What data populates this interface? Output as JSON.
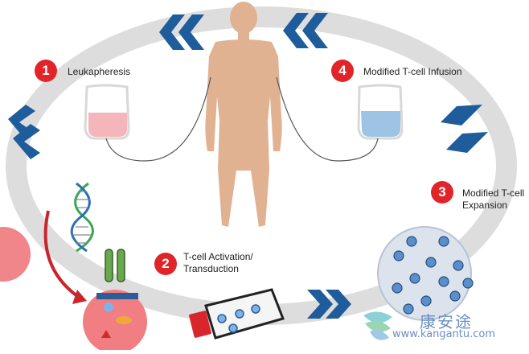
{
  "steps": [
    {
      "number": "1",
      "label": "Leukapheresis"
    },
    {
      "number": "2",
      "label_line1": "T-cell Activation/",
      "label_line2": "Transduction"
    },
    {
      "number": "3",
      "label_line1": "Modified T-cell",
      "label_line2": "Expansion"
    },
    {
      "number": "4",
      "label": "Modified T-cell Infusion"
    }
  ],
  "watermark": {
    "brand": "康安途",
    "url": "www.kangantu.com"
  },
  "colors": {
    "cycle_track": "#dcdcdc",
    "chevron": "#1f5c9c",
    "step_badge": "#e1242a",
    "body": "#e0b292",
    "collection_bag_fluid": "#f2b3b8",
    "infusion_bag_fluid": "#9cc3e4",
    "cell_red": "#f08a8d",
    "dna_green": "#3aa655",
    "dna_blue": "#2a6fb6"
  }
}
